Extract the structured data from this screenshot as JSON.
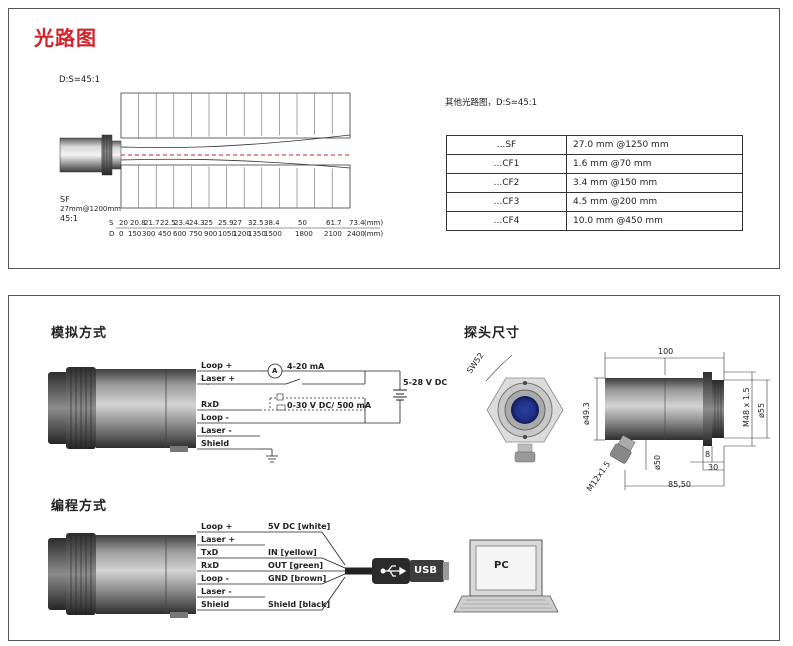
{
  "optical_path": {
    "title": "光路图",
    "ds_label": "D:S=45:1",
    "other_label": "其他光路图，D:S=45:1",
    "sf_label": "SF",
    "sf_spec": "27mm@1200mm",
    "sf_ratio": "45:1",
    "s_prefix": "S",
    "s_values": [
      "20",
      "20.8",
      "21.7",
      "22.5",
      "23.4",
      "24.3",
      "25",
      "25.9",
      "27",
      "32.5",
      "38.4",
      "50",
      "61.7",
      "73.4"
    ],
    "s_unit": "(mm)",
    "d_prefix": "D",
    "d_values": [
      "0",
      "150",
      "300",
      "450",
      "600",
      "750",
      "900",
      "1050",
      "1200",
      "1350",
      "1500",
      "1800",
      "2100",
      "2400"
    ],
    "d_unit": "(mm)",
    "table": [
      {
        "model": "...SF",
        "spec": "27.0 mm @1250 mm"
      },
      {
        "model": "...CF1",
        "spec": "1.6 mm @70 mm"
      },
      {
        "model": "...CF2",
        "spec": "3.4 mm @150 mm"
      },
      {
        "model": "...CF3",
        "spec": "4.5 mm @200 mm"
      },
      {
        "model": "...CF4",
        "spec": "10.0 mm @450 mm"
      }
    ]
  },
  "analog": {
    "title": "模拟方式",
    "wires": [
      "Loop +",
      "Laser +",
      "RxD",
      "Loop -",
      "Laser -",
      "Shield"
    ],
    "current_label": "4-20 mA",
    "ammeter": "A",
    "voltage_out": "0-30 V DC/ 500 mA",
    "supply": "5-28 V DC"
  },
  "probe": {
    "title": "探头尺寸",
    "sw": "SW52",
    "d49": "ø49.3",
    "d50": "ø50",
    "m12": "M12x1.5",
    "len100": "100",
    "m48": "M48 x 1.5",
    "d55": "ø55",
    "dim8": "8",
    "dim30": "30",
    "dim8550": "85,50"
  },
  "programming": {
    "title": "编程方式",
    "wires": [
      "Loop +",
      "Laser +",
      "TxD",
      "RxD",
      "Loop -",
      "Laser -",
      "Shield"
    ],
    "signals": [
      "5V DC [white]",
      "IN [yellow]",
      "OUT [green]",
      "GND [brown]",
      "Shield [black]"
    ],
    "usb": "USB",
    "pc": "PC"
  }
}
